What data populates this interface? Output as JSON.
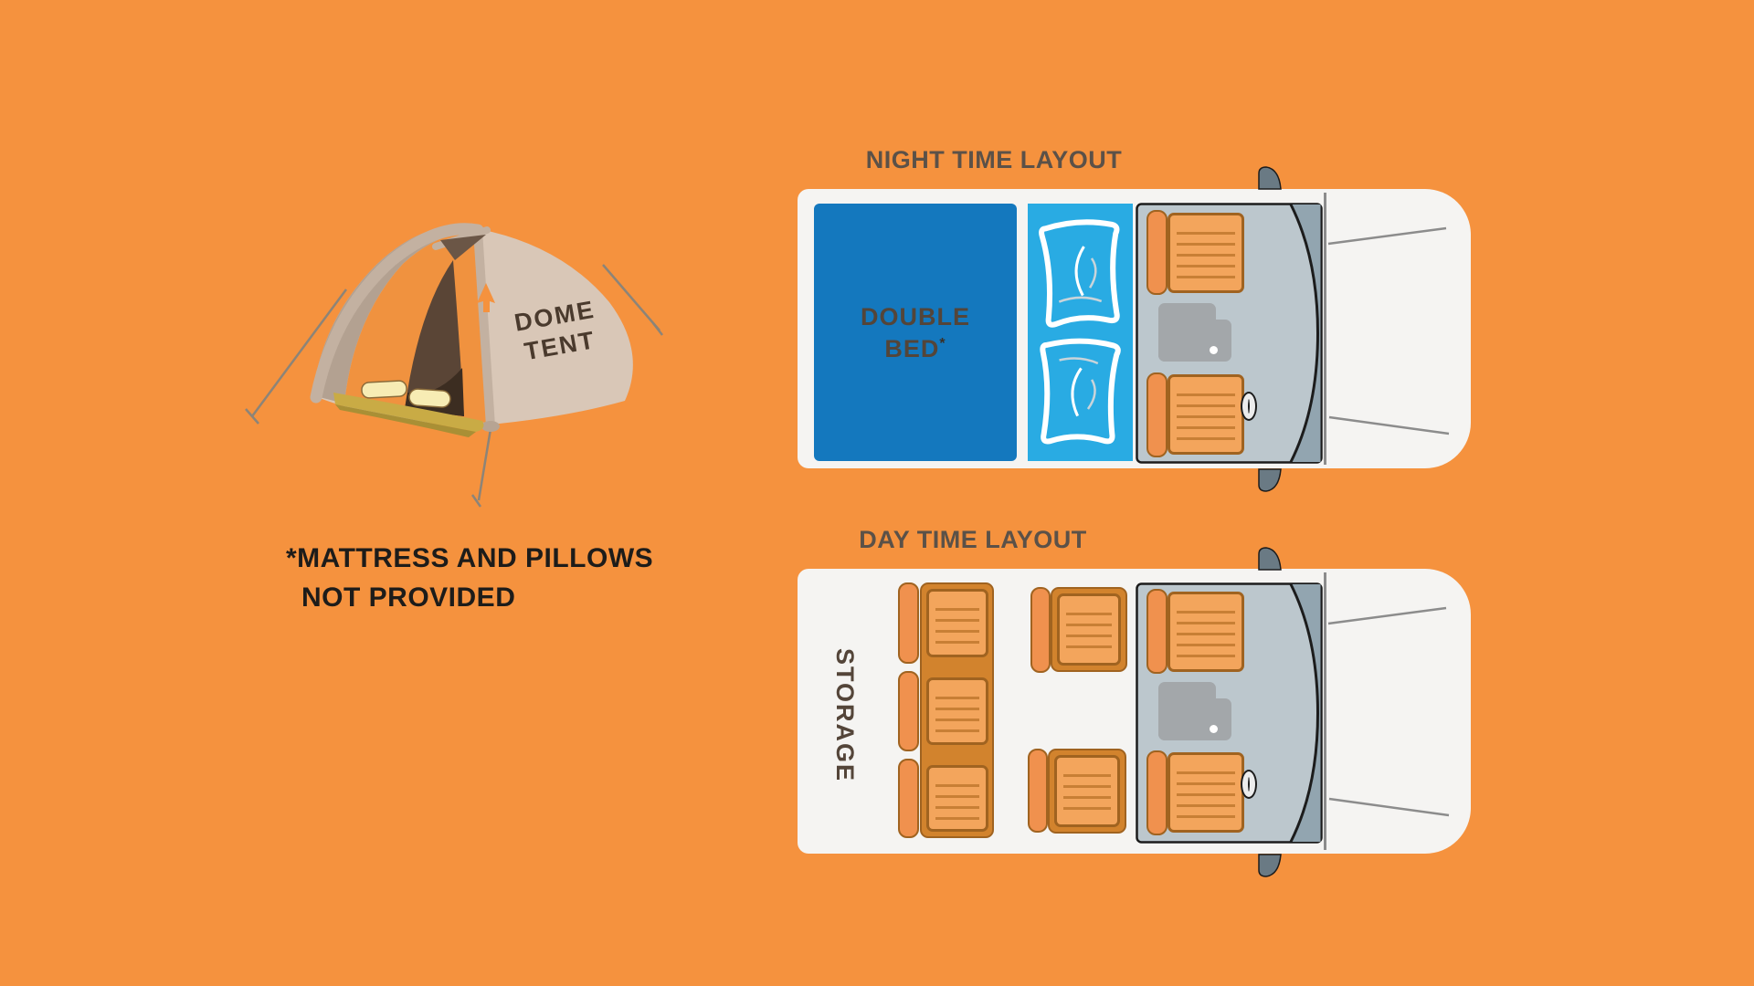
{
  "theme": {
    "bg": "#f5923e",
    "van": "#f5f4f2",
    "bed": "#1478be",
    "pillow": "#29abe3",
    "cabFloor": "#bcc7cd",
    "glass": "#92a5b0",
    "outline": "#1c1c1c",
    "seatLight": "#f3a55c",
    "seatBack": "#f0914e",
    "seatDark": "#d2832d",
    "seatBorder": "#a06320",
    "stripe": "#c87f35",
    "console": "#a3a7aa",
    "mirror": "#6a7a84",
    "hoodLine": "#8c8c8c",
    "titleColor": "#5b5148",
    "labelBrown": "#544539",
    "noteColor": "#1d1c1a",
    "tentBeige": "#d9c7b7",
    "tentTan": "#b3a191",
    "tentPole": "#c3b1a1",
    "tentDoor": "#5a4536",
    "tentDoorShadow": "#3c2d21",
    "tentInner": "#f0923f",
    "tentVent": "#6b5646",
    "tentFloor": "#c9ab45",
    "tentFloorDark": "#a98f35",
    "tentMat": "#f7ecb4",
    "rope": "#8c8478"
  },
  "tent": {
    "line1": "DOME",
    "line2": "TENT"
  },
  "note": {
    "line1": "*MATTRESS AND PILLOWS",
    "line2": "NOT PROVIDED"
  },
  "night": {
    "title": "NIGHT TIME LAYOUT",
    "bed": {
      "line1": "DOUBLE",
      "line2": "BED",
      "asterisk": "*"
    }
  },
  "day": {
    "title": "DAY TIME LAYOUT",
    "storage_label": "STORAGE"
  }
}
